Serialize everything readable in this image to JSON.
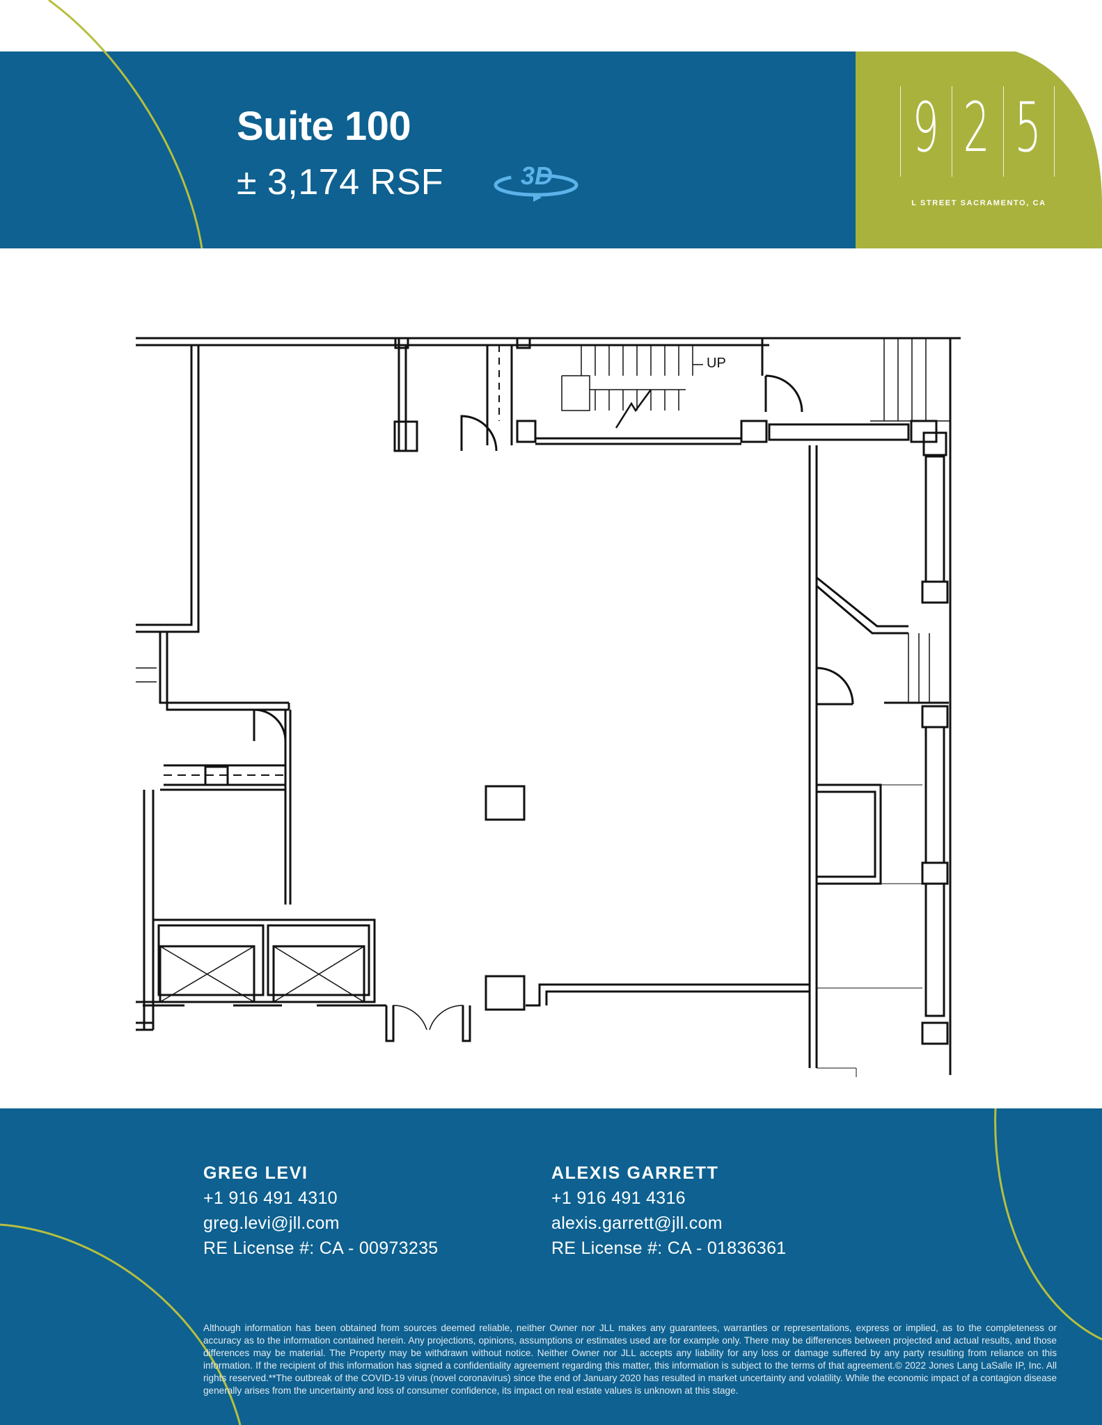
{
  "header": {
    "suite_title": "Suite 100",
    "suite_size": "± 3,174 RSF",
    "tour_badge": "3D"
  },
  "logo": {
    "digits": [
      "9",
      "2",
      "5"
    ],
    "caption": "L STREET SACRAMENTO, CA"
  },
  "floor_plan": {
    "stair_label": "UP"
  },
  "contacts": [
    {
      "name": "GREG LEVI",
      "phone": "+1 916 491 4310",
      "email": "greg.levi@jll.com",
      "license": "RE License #: CA - 00973235"
    },
    {
      "name": "ALEXIS GARRETT",
      "phone": "+1 916 491 4316",
      "email": "alexis.garrett@jll.com",
      "license": "RE License #: CA - 01836361"
    }
  ],
  "disclaimer": "Although information has been obtained from sources deemed reliable, neither Owner nor JLL makes any guarantees, warranties or representations, express or implied, as to the completeness or accuracy as to the information contained herein. Any projections, opinions, assumptions or estimates used are for example only. There may be differences between projected and actual results, and those differences may be material. The Property may be withdrawn without notice. Neither Owner nor JLL accepts any liability for any loss or damage suffered by any party resulting from reliance on this information. If the recipient of this information has signed a confidentiality agreement regarding this matter, this information is subject to the terms of that agreement.© 2022 Jones Lang LaSalle IP, Inc. All rights reserved.**The outbreak of the COVID-19 virus (novel coronavirus) since the end of January 2020 has resulted in market uncertainty and volatility. While the economic impact of a contagion disease generally arises from the uncertainty and loss of consumer confidence, its impact on real estate values is unknown at this stage.",
  "colors": {
    "band_blue": "#0e6190",
    "logo_green": "#a9b23d",
    "accent_line": "#b7bf3f",
    "badge_blue": "#5bb3ea"
  }
}
